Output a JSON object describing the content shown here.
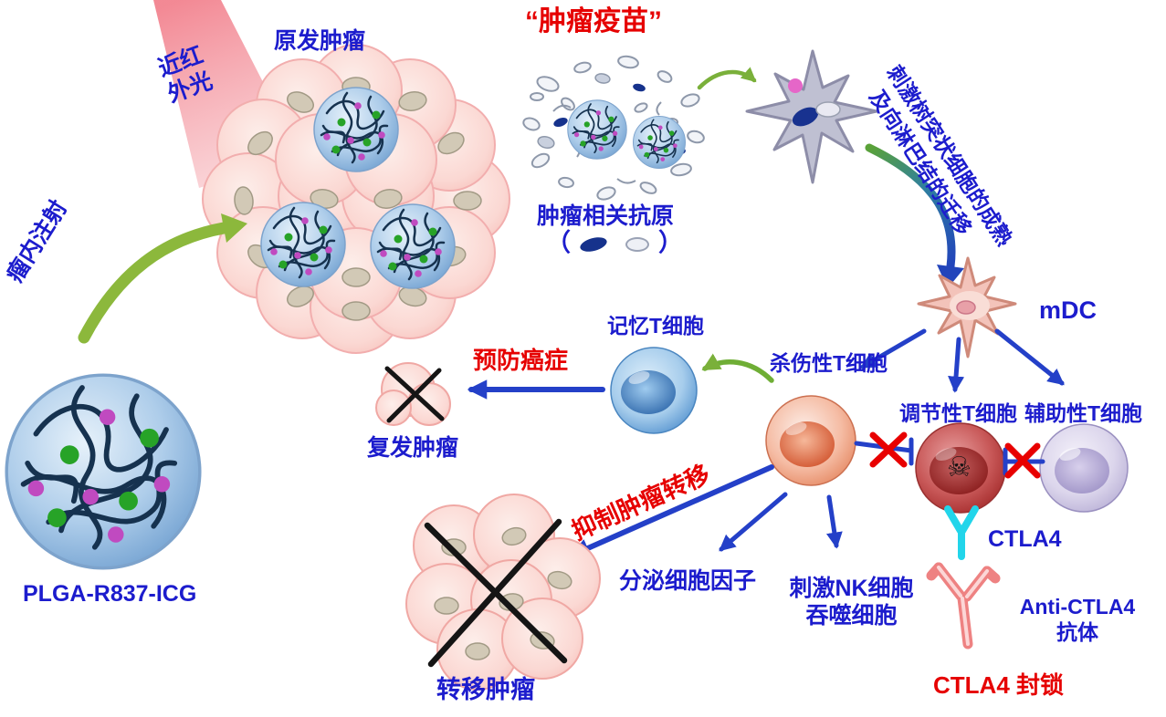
{
  "diagram": {
    "title": "“肿瘤疫苗”",
    "nir_light": "近红外光",
    "primary_tumor": "原发肿瘤",
    "intratumoral_injection": "瘤内注射",
    "nanoparticle_label": "PLGA-R837-ICG",
    "tumor_antigen": "肿瘤相关抗原",
    "antigen_paren_open": "（",
    "antigen_paren_close": "）",
    "dc_process_line1": "刺激树突状细胞的成熟",
    "dc_process_line2": "及向淋巴结的迁移",
    "mdc": "mDC",
    "memory_t_cell": "记忆T细胞",
    "prevent_cancer": "预防癌症",
    "recurrent_tumor": "复发肿瘤",
    "killer_t_cell": "杀伤性T细胞",
    "regulatory_t_cell": "调节性T细胞",
    "helper_t_cell": "辅助性T细胞",
    "inhibit_metastasis": "抑制肿瘤转移",
    "secrete_cytokines": "分泌细胞因子",
    "stimulate_nk": "刺激NK细胞",
    "phagocytes": "吞噬细胞",
    "metastatic_tumor": "转移肿瘤",
    "ctla4": "CTLA4",
    "anti_ctla4": "Anti-CTLA4",
    "antibody": "抗体",
    "ctla4_blockade": "CTLA4 封锁"
  },
  "icons": {
    "skull": "☠"
  },
  "colors": {
    "label_blue": "#1c1ccd",
    "label_red": "#e60000",
    "arrow_blue": "#2440c8",
    "arrow_green": "#82b23a",
    "inhibit_x_red": "#e80000",
    "nanoparticle_blue": "#6e9ecf",
    "tumor_pink": "#fbd8d3",
    "ctla4_cyan": "#22d5ea",
    "antibody_pink": "#ee8282",
    "beam_pink": "#f2838f"
  }
}
